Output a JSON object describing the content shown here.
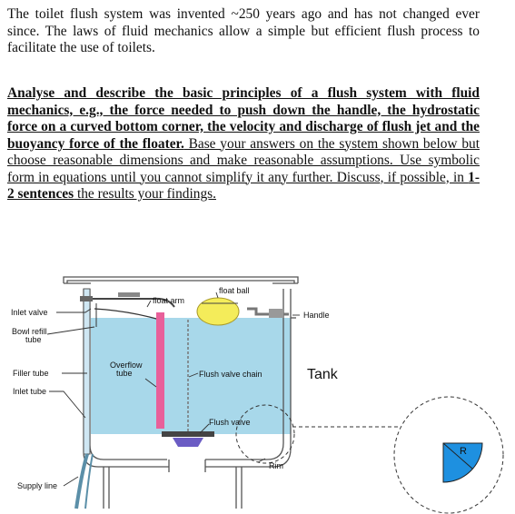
{
  "intro": "The toilet flush system was invented ~250 years ago and has not changed ever since. The laws of fluid mechanics allow a simple but efficient flush process to facilitate the use of toilets.",
  "task": {
    "bold_underlined": "Analyse and describe the basic principles of a flush system with fluid mechanics, e.g., the force needed to push down the handle, the hydrostatic force on a curved bottom corner, the velocity and discharge of flush jet and the buoyancy force of the floater.",
    "body_a": " Base your answers on the system shown below but choose reasonable dimensions and make reasonable assumptions. Use symbolic form in equations until you cannot simplify it any further. Discuss, if possible, in ",
    "body_bold": "1-2 sentences",
    "body_b": " the results your findings."
  },
  "diagram": {
    "labels": {
      "inlet_valve": "Inlet valve",
      "bowl_refill_line1": "Bowl refill",
      "bowl_refill_line2": "tube",
      "filler_tube": "Filler tube",
      "inlet_tube": "Inlet tube",
      "supply_line": "Supply line",
      "float_arm": "float arm",
      "float_ball": "float ball",
      "handle": "Handle",
      "overflow_line1": "Overflow",
      "overflow_line2": "tube",
      "flush_valve_chain": "Flush valve chain",
      "flush_valve": "Flush valve",
      "rim": "Rim",
      "tank": "Tank",
      "radius": "R"
    },
    "colors": {
      "water": "#a8d8ea",
      "overflow_tube": "#e8609a",
      "float_ball": "#f4ec5a",
      "flush_valve": "#6b5cc4",
      "quarter_circle": "#1e90e0"
    }
  }
}
